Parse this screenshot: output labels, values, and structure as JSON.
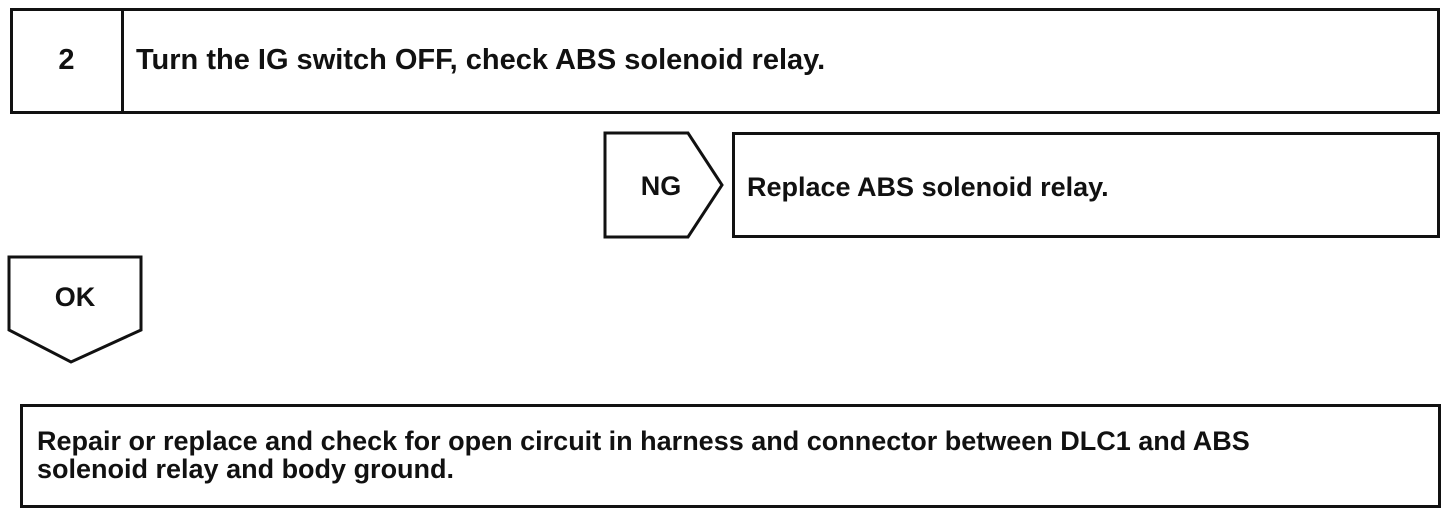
{
  "step": {
    "number": "2",
    "title": "Turn the IG switch OFF, check ABS solenoid relay."
  },
  "ng_branch": {
    "label": "NG",
    "action": "Replace ABS solenoid relay."
  },
  "ok_branch": {
    "label": "OK"
  },
  "final_action": {
    "line1": "Repair or replace and check for open circuit in harness and connector between DLC1 and ABS",
    "line2": "solenoid relay and body ground."
  }
}
